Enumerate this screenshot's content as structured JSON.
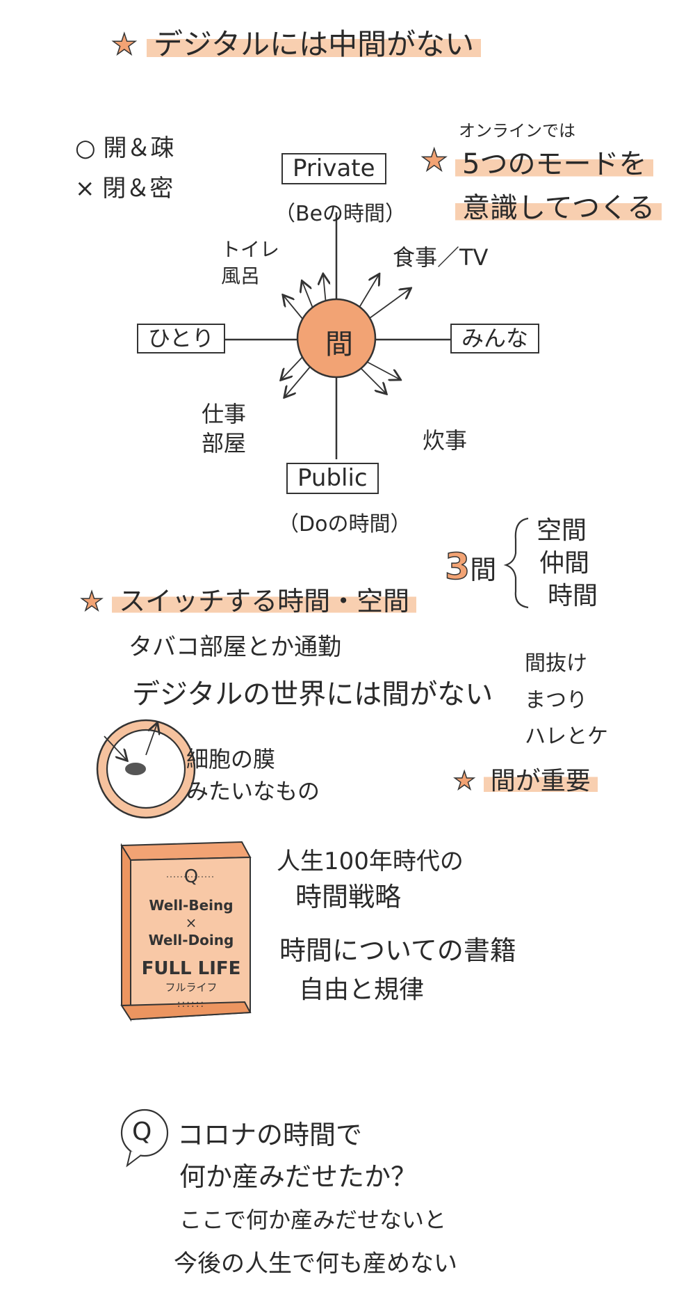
{
  "header": {
    "title": "デジタルには中間がない"
  },
  "notes": {
    "good": "○ 開＆疎",
    "bad": "× 閉＆密"
  },
  "online": {
    "small": "オンラインでは",
    "line1": "5つのモードを",
    "line2": "意識してつくる"
  },
  "diagram": {
    "center": "間",
    "top_box": "Private",
    "top_sub": "（Beの時間）",
    "bottom_box": "Public",
    "bottom_sub": "（Doの時間）",
    "left_box": "ひとり",
    "right_box": "みんな",
    "q_top_left": [
      "トイレ",
      "風呂"
    ],
    "q_top_right": "食事／TV",
    "q_bottom_left": [
      "仕事",
      "部屋"
    ],
    "q_bottom_right": "炊事"
  },
  "three_ma": {
    "label_num": "3",
    "label_char": "間",
    "items": [
      "空間",
      "仲間",
      "時間"
    ]
  },
  "switch": {
    "title": "スイッチする時間・空間",
    "line1": "タバコ部屋とか通勤",
    "line2": "デジタルの世界には間がない"
  },
  "side_list": [
    "間抜け",
    "まつり",
    "ハレとケ"
  ],
  "cell": {
    "line1": "細胞の膜",
    "line2": "みたいなもの"
  },
  "important": {
    "text": "間が重要"
  },
  "book": {
    "q": "Q",
    "line1": "Well-Being",
    "x": "×",
    "line2": "Well-Doing",
    "title": "FULL LIFE",
    "sub": "フルライフ",
    "dots": "::::::"
  },
  "book_notes": {
    "line1": "人生100年時代の",
    "line2": "時間戦略",
    "line3": "時間についての書籍",
    "line4": "自由と規律"
  },
  "question": {
    "icon": "Q",
    "line1": "コロナの時間で",
    "line2": "何か産みだせたか？",
    "line3": "ここで何か産みだせないと",
    "line4": "今後の人生で何も産めない"
  }
}
